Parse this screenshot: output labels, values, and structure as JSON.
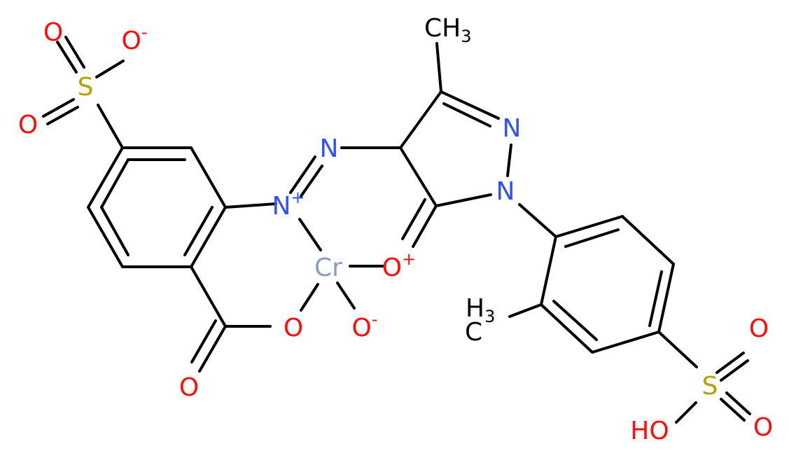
{
  "colors": {
    "bond": "#000000",
    "oxygen": "#ff0d0d",
    "nitrogen": "#3050f8",
    "sulfur": "#b2a200",
    "chromium": "#8a99c7",
    "carbon": "#000000",
    "background": "#ffffff"
  },
  "atoms": {
    "o_sulfonate_top": {
      "symbol": "O",
      "charge": "-"
    },
    "o_sulfonate_top_left": {
      "symbol": "O"
    },
    "s_left": {
      "symbol": "S"
    },
    "o_sulfonate_left": {
      "symbol": "O"
    },
    "ch3_top": {
      "symbol": "CH",
      "sub": "3"
    },
    "n_pyrazole_2": {
      "symbol": "N"
    },
    "n_azo": {
      "symbol": "N"
    },
    "n_pyrazole_1": {
      "symbol": "N"
    },
    "n_plus": {
      "symbol": "N",
      "charge": "+"
    },
    "o_plus": {
      "symbol": "O",
      "charge": "+"
    },
    "cr": {
      "symbol": "Cr"
    },
    "o_carboxyl": {
      "symbol": "O"
    },
    "o_minus": {
      "symbol": "O",
      "charge": "-"
    },
    "o_carbonyl": {
      "symbol": "O"
    },
    "ch3_bottom": {
      "symbol": "H",
      "sub": "3",
      "tail": "C"
    },
    "o_sulfo_right_top": {
      "symbol": "O"
    },
    "s_right": {
      "symbol": "S"
    },
    "oh_sulfo": {
      "symbol": "HO"
    },
    "o_sulfo_right_bottom": {
      "symbol": "O"
    }
  }
}
